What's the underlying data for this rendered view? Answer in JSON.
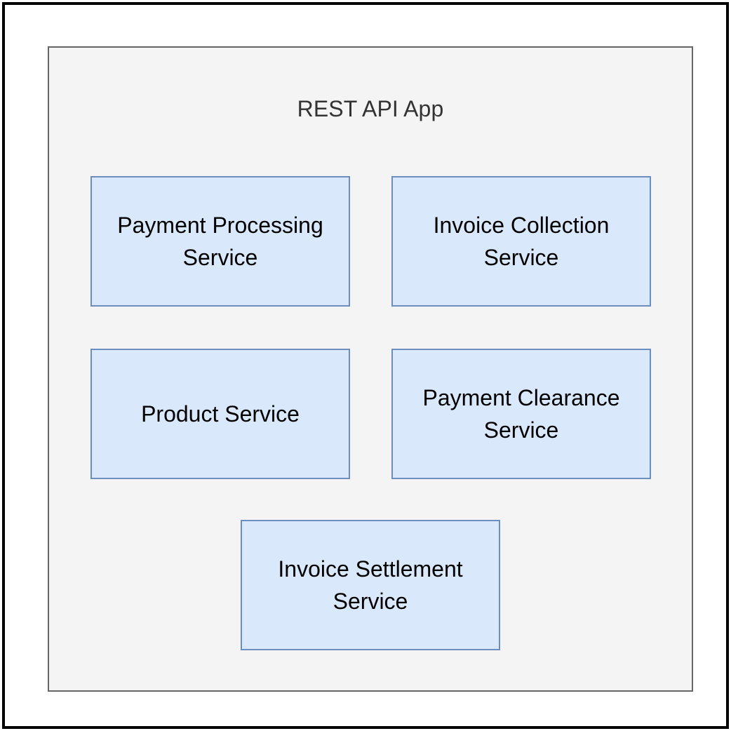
{
  "diagram": {
    "type": "block-diagram",
    "container": {
      "title": "REST API App",
      "background_color": "#f4f4f4",
      "border_color": "#666666"
    },
    "frame": {
      "border_color": "#000000",
      "background_color": "#ffffff"
    },
    "style": {
      "node_fill": "#dae8fc",
      "node_border": "#6c8ebf",
      "node_text_color": "#000000",
      "title_text_color": "#333333"
    },
    "nodes": [
      {
        "id": "payment-processing-service",
        "label": "Payment Processing\nService",
        "row": 1,
        "column": "left"
      },
      {
        "id": "invoice-collection-service",
        "label": "Invoice Collection\nService",
        "row": 1,
        "column": "right"
      },
      {
        "id": "product-service",
        "label": "Product Service",
        "row": 2,
        "column": "left"
      },
      {
        "id": "payment-clearance-service",
        "label": "Payment Clearance\nService",
        "row": 2,
        "column": "right"
      },
      {
        "id": "invoice-settlement-service",
        "label": "Invoice Settlement\nService",
        "row": 3,
        "column": "center"
      }
    ]
  }
}
